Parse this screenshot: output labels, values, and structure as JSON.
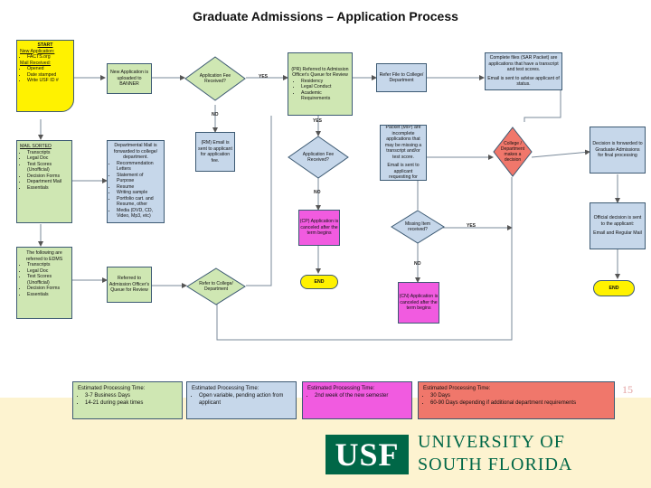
{
  "title": "Graduate Admissions – Application Process",
  "page_number": "15",
  "colors": {
    "green": "#cfe7b3",
    "blue": "#c6d7ea",
    "pink": "#f15be0",
    "yellow": "#fff200",
    "red": "#f0776b",
    "usf_green": "#006747"
  },
  "boxes": {
    "start": {
      "heading": "START",
      "l1": "New Application:",
      "b1": "FACTS.org",
      "l2": "Mail Received:",
      "b2": "Opened",
      "b3": "Date stamped",
      "b4": "Write USF ID #"
    },
    "new_app": "New Application is uploaded to BANNER",
    "pr": "(PR) Referred to Admission Officer's Queue for Review",
    "pr_items": [
      "Residency",
      "Legal Conduct",
      "Academic Requirements"
    ],
    "refer_file": "Refer File to College/ Department",
    "complete_files": "Complete files (SAR Packet) are applications that have a transcript and test scores.",
    "complete_email": "Email is sent to advise applicant of status.",
    "mail_sorted": {
      "heading": "MAIL SORTED",
      "items": [
        "Transcripts",
        "Legal Doc",
        "Test Scores (Unofficial)",
        "Decision Forms",
        "Department Mail",
        "Essentials"
      ]
    },
    "dept_mail": {
      "text": "Departmental Mail is forwarded to college/ department.",
      "items": [
        "Recommendation Letters",
        "Statement of Purpose",
        "Resume",
        "Writing sample",
        "Portfolio cart. and Resume, other",
        "Media (DVD, CD, Video, Mp3, etc)"
      ]
    },
    "rm": "(RM) Email is sent to applicant for application fee.",
    "missing_packet": "Missing Item Packet (MIP) are incomplete applications that may be missing a transcript and/or test score.",
    "missing_email": "Email is sent to applicant requesting for additional items.",
    "decision_fwd": "Decision is forwarded to Graduate Admissions for final processing",
    "ems": {
      "intro": "The following are referred to EDMS",
      "items": [
        "Transcripts",
        "Legal Doc",
        "Test Scores (Unofficial)",
        "Decision Forms",
        "Essentials"
      ]
    },
    "referred_ao": "Referred to Admission Officer's Queue for Review",
    "cp": "(CP) Application is canceled after the term begins",
    "cn": "(CN) Application is canceled after the term begins",
    "end1": "END",
    "end2": "END",
    "official": "Official decision is sent to the applicant:",
    "official2": "Email and Regular Mail"
  },
  "diamonds": {
    "fee1": "Application Fee Received?",
    "refer_dept": "Refer to College/ Department",
    "fee2": "Application Fee Received?",
    "missing": "Missing Item received?",
    "college": "College / Department makes a decision"
  },
  "labels": {
    "yes1": "YES",
    "no1": "NO",
    "yes2": "YES",
    "no2": "NO",
    "yes3": "YES",
    "no3": "NO"
  },
  "legend": [
    {
      "title": "Estimated Processing Time:",
      "items": [
        "3-7 Business Days",
        "14-21 during peak times"
      ]
    },
    {
      "title": "Estimated Processing Time:",
      "items": [
        "Open variable, pending action from applicant"
      ]
    },
    {
      "title": "Estimated Processing Time:",
      "items": [
        "2nd week of the new semester"
      ]
    },
    {
      "title": "Estimated Processing Time:",
      "items": [
        "30 Days",
        "60-90 Days depending if additional department requirements"
      ]
    }
  ],
  "footer": {
    "logo": "USF",
    "line1": "UNIVERSITY OF",
    "line2": "SOUTH FLORIDA"
  }
}
